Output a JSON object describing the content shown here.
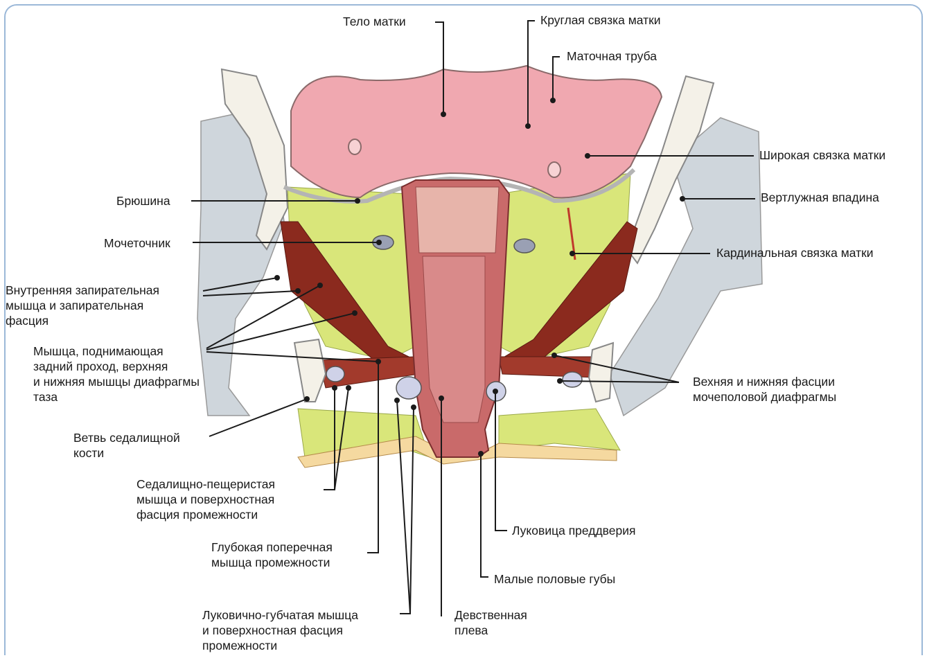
{
  "colors": {
    "uterus": "#f0a8b0",
    "uterus_edge": "#8a6a6a",
    "peritoneum": "#b4b4b4",
    "fat": "#d9e67a",
    "muscle": "#8b2a1e",
    "bone": "#cfd6dc",
    "vagina": "#c96a6a",
    "skin": "#f5d9a0",
    "leader": "#1a1a1a",
    "frame": "#9bb8d8"
  },
  "labels": {
    "telo_matki": "Тело матки",
    "kruglaya_svyazka": "Круглая связка матки",
    "matochnaya_truba": "Маточная труба",
    "shirokaya_svyazka": "Широкая связка матки",
    "vertluzhnaya_vpadina": "Вертлужная впадина",
    "kardinalnaya_svyazka": "Кардинальная связка матки",
    "bryushina": "Брюшина",
    "mochetochnik": "Мочеточник",
    "vnutrennyaya_zapiratelnaya": "Внутренняя запирательная\nмышца и запирательная\nфасция",
    "myshca_podnimayushchaya": "Мышца, поднимающая\nзадний проход, верхняя\nи нижняя мышцы диафрагмы\nтаза",
    "vetv_sedalishchnoy": "Ветвь седалищной\nкости",
    "sedalishchno_pescheristaya": "Седалищно-пещеристая\nмышца и поверхностная\nфасция промежности",
    "glubokaya_poperechnaya": "Глубокая поперечная\nмышца промежности",
    "lukovichno_gubchataya": "Луковично-губчатая мышца\nи поверхностная фасция\nпромежности",
    "devstvennaya_pleva": "Девственная\nплева",
    "malye_polovye_guby": "Малые половые губы",
    "lukovica_preddveriya": "Луковица преддверия",
    "fascii_mochepolovoy": "Вехняя и нижняя фасции\nмочеполовой диафрагмы"
  }
}
